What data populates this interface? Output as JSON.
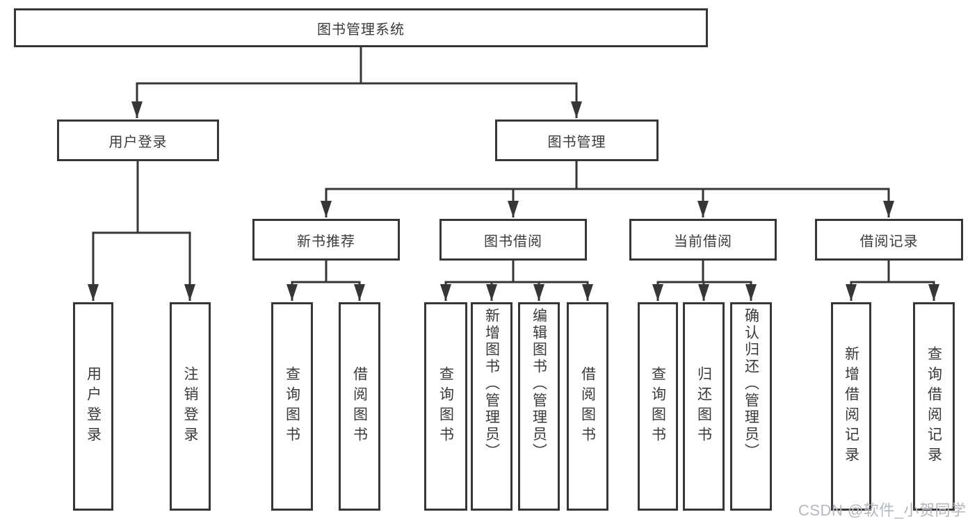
{
  "diagram": {
    "title": "图书管理系统",
    "branches": [
      {
        "label": "用户登录",
        "children": [
          {
            "label": "用户登录"
          },
          {
            "label": "注销登录"
          }
        ]
      },
      {
        "label": "图书管理",
        "children": [
          {
            "label": "新书推荐",
            "children": [
              {
                "label": "查询图书"
              },
              {
                "label": "借阅图书"
              }
            ]
          },
          {
            "label": "图书借阅",
            "children": [
              {
                "label": "查询图书"
              },
              {
                "label": "新增图书（管理员）"
              },
              {
                "label": "编辑图书（管理员）"
              },
              {
                "label": "借阅图书"
              }
            ]
          },
          {
            "label": "当前借阅",
            "children": [
              {
                "label": "查询图书"
              },
              {
                "label": "归还图书"
              },
              {
                "label": "确认归还（管理员）"
              }
            ]
          },
          {
            "label": "借阅记录",
            "children": [
              {
                "label": "新增借阅记录"
              },
              {
                "label": "查询借阅记录"
              }
            ]
          }
        ]
      }
    ]
  },
  "colors": {
    "line": "#363636",
    "text": "#3a3a3a",
    "watermark": "#b3b7bd"
  },
  "watermark": {
    "text": "CSDN @软件_小贺同学"
  }
}
